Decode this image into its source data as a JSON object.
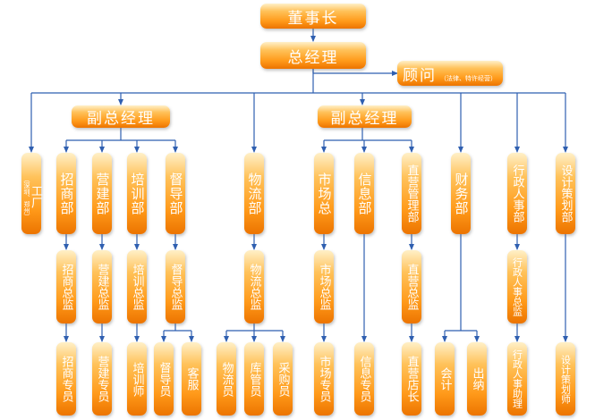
{
  "nodes": {
    "chairman": "董事长",
    "gm": "总经理",
    "advisor": "顾问",
    "advisor_note": "（法律、特许经营）",
    "vgm1": "副总经理",
    "vgm2": "副总经理",
    "factory": "工厂",
    "factory_note": "（深圳、郑州）",
    "zhaoshang": "招商部",
    "yingjian": "营建部",
    "peixun": "培训部",
    "dudao": "督导部",
    "wuliu": "物流部",
    "shichang": "市场总",
    "xinxi": "信息部",
    "zhiying": "直营管理部",
    "caiwu": "财务部",
    "xingzheng": "行政人事部",
    "sheji": "设计策划部",
    "zhaoshang_dir": "招商总监",
    "yingjian_dir": "营建总监",
    "peixun_dir": "培训总监",
    "dudao_dir": "督导总监",
    "wuliu_dir": "物流总监",
    "shichang_dir": "市场总监",
    "zhiying_dir": "直营总监",
    "xingzheng_dir": "行政人事总监",
    "zhaoshang_staff": "招商专员",
    "yingjian_staff": "营建专员",
    "peixun_staff": "培训师",
    "dudao_staff": "督导员",
    "kefu": "客服",
    "wuliu_staff": "物流员",
    "kuguan": "库管员",
    "caigou": "采购员",
    "shichang_staff": "市场专员",
    "xinxi_staff": "信息专员",
    "zhiying_staff": "直营店长",
    "kuaiji": "会计",
    "chuna": "出纳",
    "xingzheng_staff": "行政人事助理",
    "sheji_staff": "设计策划师"
  },
  "colors": {
    "line": "#2f5fb0",
    "box_top": "#ffc25a",
    "box_bottom": "#ec7400",
    "text": "#ffffff"
  }
}
